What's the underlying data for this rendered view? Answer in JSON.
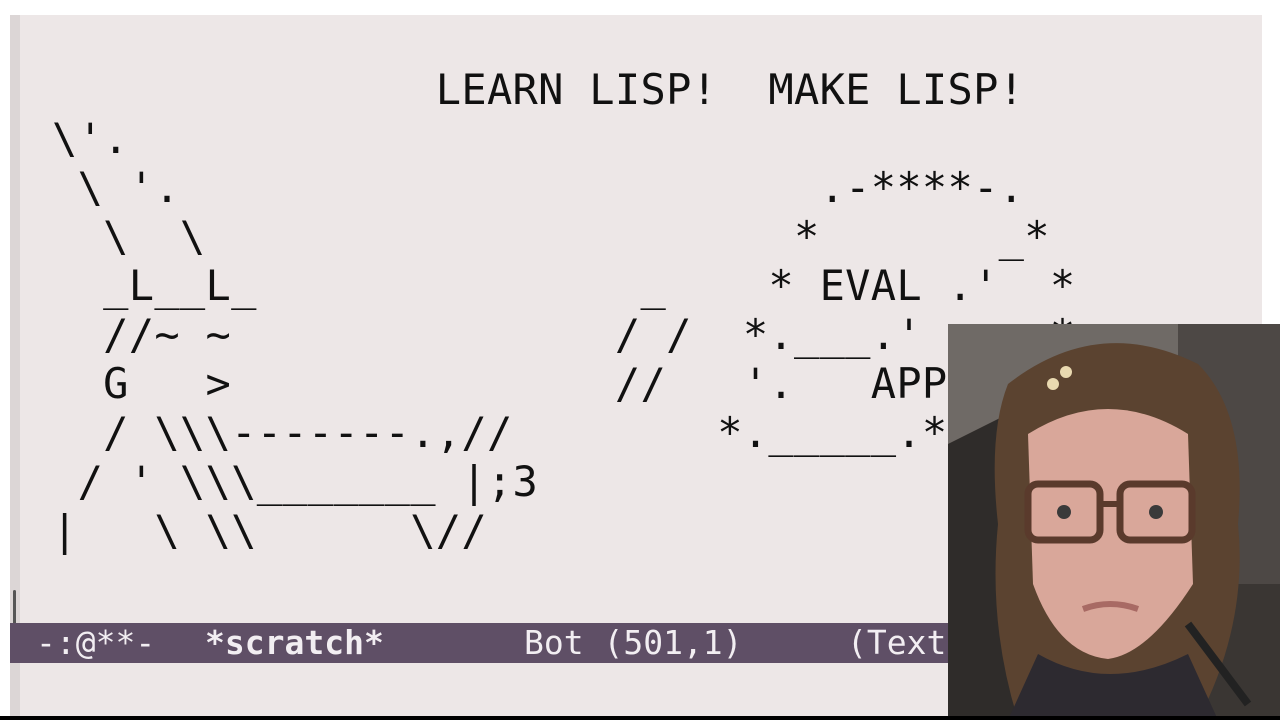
{
  "editor": {
    "buffer_lines": [
      "               LEARN LISP!  MAKE LISP!",
      "\\'.",
      " \\ '.                         .-****-.",
      "  \\  \\                       *       _*",
      "  _L__L_               _    * EVAL .'  *",
      "  //~ ~               / /  *.___.'     *",
      "  G   >               //   '.   APPLY.'",
      "  / \\\\\\-------.,//        *._____.*",
      " / ' \\\\\\_______ |;3",
      "|   \\ \\\\      \\//"
    ]
  },
  "mode_line": {
    "status": "-:@**-",
    "buffer_name": "*scratch*",
    "position": "Bot (501,1)",
    "major_mode": "(Text"
  },
  "colors": {
    "buffer_background": "#ede7e7",
    "mode_line_background": "#5f4f66",
    "mode_line_text": "#f2eef2",
    "text": "#111111"
  }
}
